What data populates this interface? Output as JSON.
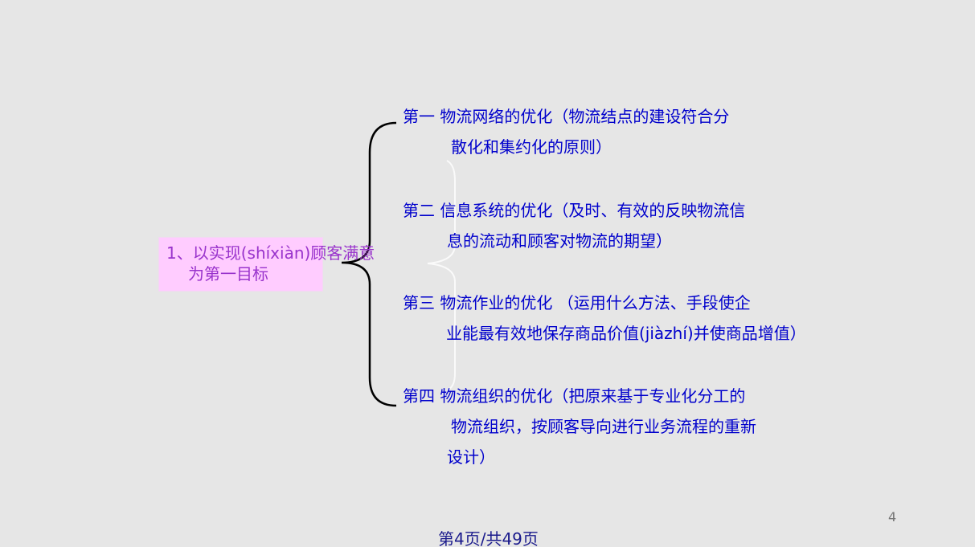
{
  "main_topic": {
    "line1": "1、以实现(shíxiàn)顾客满意",
    "line2": "为第一目标"
  },
  "items": [
    {
      "line1": "第一  物流网络的优化（物流结点的建设符合分",
      "line2": "散化和集约化的原则）"
    },
    {
      "line1": "第二  信息系统的优化（及时、有效的反映物流信",
      "line2": "息的流动和顾客对物流的期望）"
    },
    {
      "line1": "第三 物流作业的优化 （运用什么方法、手段使企",
      "line2": "业能最有效地保存商品价值(jiàzhí)并使商品增值）"
    },
    {
      "line1": "第四  物流组织的优化（把原来基于专业化分工的",
      "line2": "物流组织，按顾客导向进行业务流程的重新",
      "line3": "设计）"
    }
  ],
  "page_number": "4",
  "footer": "第4页/共49页",
  "colors": {
    "background": "#e6e6e6",
    "topic_box": "#ffccff",
    "topic_text": "#9933cc",
    "item_text": "#0000cc",
    "bracket": "#000000"
  }
}
